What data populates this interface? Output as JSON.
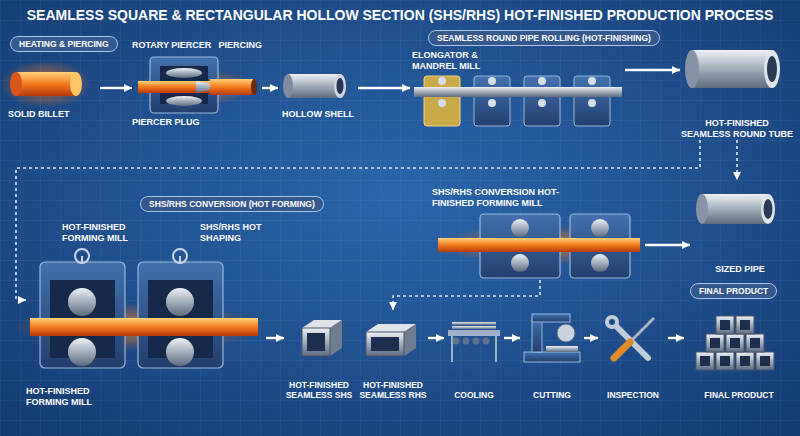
{
  "diagram": {
    "title": "SEAMLESS SQUARE & RECTANGULAR HOLLOW SECTION (SHS/RHS) HOT-FINISHED PRODUCTION PROCESS",
    "nodes": [
      {
        "text": [
          "HEATING & PIERCING"
        ]
      },
      {
        "text": [
          "SOLID BILLET"
        ]
      },
      {
        "text": [
          "ROTARY PIERCER",
          "PIERCING",
          "PIERCER PLUG"
        ]
      },
      {
        "text": [
          "HOLLOW SHELL"
        ]
      },
      {
        "text": [
          "SEAMLESS ROUND PIPE ROLLING (HOT-FINISHING)"
        ]
      },
      {
        "text": [
          "ELONGATOR & MANDREL MILL"
        ]
      },
      {
        "text": [
          "HOT-FINISHED SEAMLESS ROUND TUBE"
        ]
      },
      {
        "text": [
          "SHS/RHS CONVERSION (HOT FORMING)"
        ]
      },
      {
        "text": [
          "SHS/RHS CONVERSION HOT-FINISHED FORMING MILL"
        ]
      },
      {
        "text": [
          "SIZED PIPE"
        ]
      },
      {
        "text": [
          "HOT-FINISHED FORMING MILL",
          "SHS/RHS HOT SHAPING",
          "HOT-FINISHED FORMING MILL"
        ]
      },
      {
        "text": [
          "HOT-FINISHED SEAMLESS SHS"
        ]
      },
      {
        "text": [
          "HOT-FINISHED SEAMLESS RHS"
        ]
      },
      {
        "text": [
          "COOLING"
        ]
      },
      {
        "text": [
          "CUTTING"
        ]
      },
      {
        "text": [
          "INSPECTION"
        ]
      },
      {
        "text": [
          "FINAL PRODUCT"
        ]
      },
      {
        "text": [
          "FINAL PRODUCT"
        ]
      }
    ],
    "edges": [
      {
        "from": 1,
        "to": 2,
        "arrow": "to"
      },
      {
        "from": 2,
        "to": 3,
        "arrow": "to"
      },
      {
        "from": 3,
        "to": 5,
        "arrow": "to"
      },
      {
        "from": 5,
        "to": 6,
        "arrow": "to"
      },
      {
        "from": 6,
        "to": 9,
        "arrow": "to"
      },
      {
        "from": 6,
        "to": 10,
        "arrow": "to"
      },
      {
        "from": 8,
        "to": 9,
        "arrow": "to"
      },
      {
        "from": 8,
        "to": 12,
        "arrow": "to"
      },
      {
        "from": 10,
        "to": 11,
        "arrow": "to"
      },
      {
        "from": 12,
        "to": 13,
        "arrow": "to"
      },
      {
        "from": 13,
        "to": 14,
        "arrow": "to"
      },
      {
        "from": 14,
        "to": 15,
        "arrow": "to"
      },
      {
        "from": 15,
        "to": 17,
        "arrow": "to"
      }
    ]
  }
}
